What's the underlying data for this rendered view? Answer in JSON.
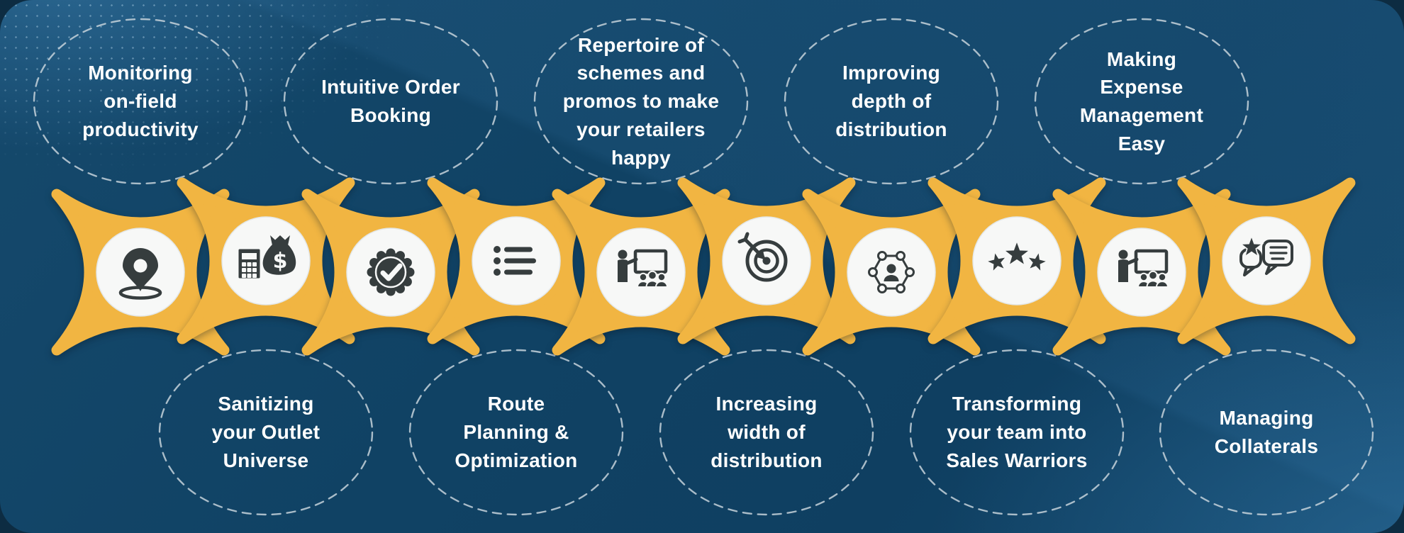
{
  "infographic": {
    "description": "Zigzag feature chain infographic with ten feature bubbles",
    "glyphs": {
      "money_bag_symbol": "$"
    }
  },
  "colors": {
    "background_navy": "#104264",
    "background_outer": "#0D2C42",
    "accent_yellow": "#F1B542",
    "icon_dark": "#363D3E",
    "circle_white": "#F7F8F7",
    "dash_gray": "#C6D2DA",
    "text_white": "#FFFFFF"
  },
  "items": [
    {
      "name": "monitoring-on-field-productivity",
      "label": "Monitoring\non-field\nproductivity",
      "icon": "location-pin-icon",
      "text_position": "top"
    },
    {
      "name": "sanitizing-outlet-universe",
      "label": "Sanitizing\nyour Outlet\nUniverse",
      "icon": "money-bag-calculator-icon",
      "text_position": "bottom"
    },
    {
      "name": "intuitive-order-booking",
      "label": "Intuitive Order\nBooking",
      "icon": "check-badge-icon",
      "text_position": "top"
    },
    {
      "name": "route-planning-optimization",
      "label": "Route\nPlanning &\nOptimization",
      "icon": "bullet-list-icon",
      "text_position": "bottom"
    },
    {
      "name": "repertoire-schemes-promos",
      "label": "Repertoire of\nschemes and\npromos to make\nyour retailers\nhappy",
      "icon": "training-presentation-icon",
      "text_position": "top"
    },
    {
      "name": "increasing-width-distribution",
      "label": "Increasing\nwidth of\ndistribution",
      "icon": "target-arrow-icon",
      "text_position": "bottom"
    },
    {
      "name": "improving-depth-distribution",
      "label": "Improving\ndepth of\ndistribution",
      "icon": "network-team-icon",
      "text_position": "top"
    },
    {
      "name": "transforming-sales-warriors",
      "label": "Transforming\nyour team into\nSales Warriors",
      "icon": "three-stars-icon",
      "text_position": "bottom"
    },
    {
      "name": "making-expense-management-easy",
      "label": "Making\nExpense\nManagement\nEasy",
      "icon": "training-presentation-icon",
      "text_position": "top"
    },
    {
      "name": "managing-collaterals",
      "label": "Managing\nCollaterals",
      "icon": "feedback-chat-star-icon",
      "text_position": "bottom"
    }
  ]
}
